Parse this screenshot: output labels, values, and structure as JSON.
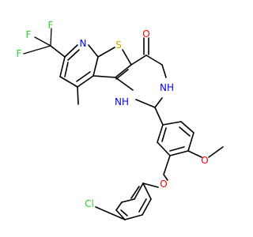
{
  "diagram": {
    "type": "chemical-structure",
    "atom_colors": {
      "carbon": "#000000",
      "nitrogen": "#0000ff",
      "oxygen": "#ff0000",
      "sulfur": "#ccaa00",
      "fluorine": "#33cc33",
      "chlorine": "#33cc33"
    },
    "labels": {
      "carbonyl_oxygen": "O",
      "thiophene_sulfur": "S",
      "pyridine_nitrogen": "N",
      "amide_nh": "NH",
      "amine_nh": "NH",
      "trifluoro_f_top_left": "F",
      "trifluoro_f_top": "F",
      "trifluoro_f_left": "F",
      "methoxy_oxygen": "O",
      "ether_oxygen": "O",
      "chloro": "Cl"
    }
  }
}
